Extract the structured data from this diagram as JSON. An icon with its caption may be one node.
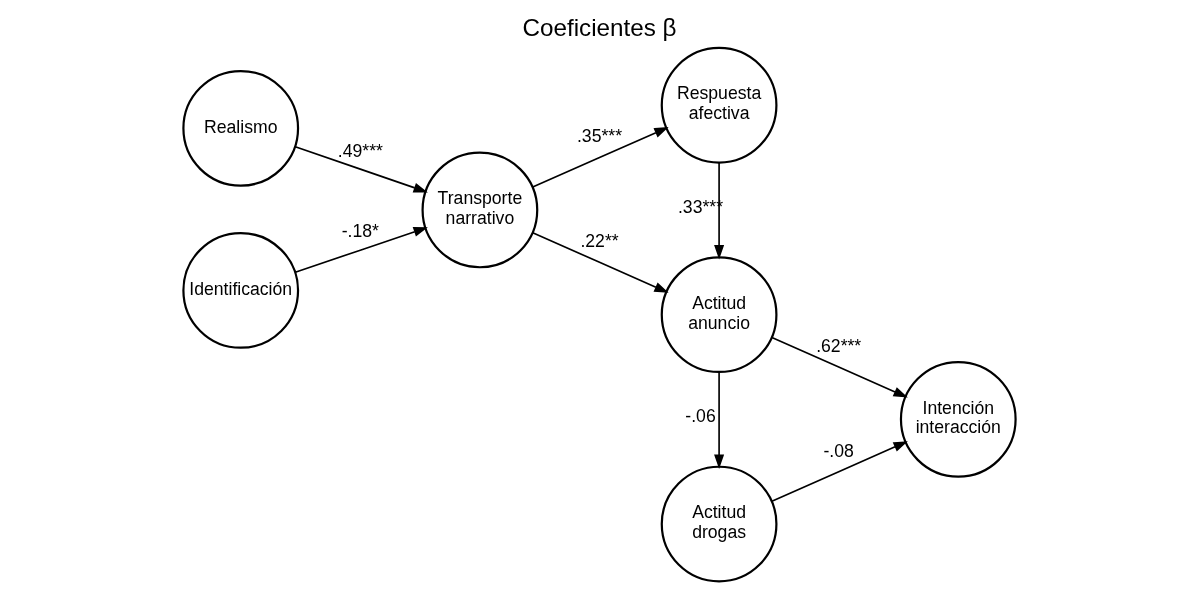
{
  "diagram": {
    "title": "Coeficientes β",
    "nodes": [
      {
        "text": [
          "Realismo"
        ]
      },
      {
        "text": [
          "Identificación"
        ]
      },
      {
        "text": [
          "Transporte narrativo"
        ]
      },
      {
        "text": [
          "Respuesta afectiva"
        ]
      },
      {
        "text": [
          "Actitud anuncio"
        ]
      },
      {
        "text": [
          "Actitud drogas"
        ]
      },
      {
        "text": [
          "Intención interacción"
        ]
      }
    ],
    "edges": [
      {
        "from": 0,
        "to": 2,
        "arrow": "to",
        "label": ".49***"
      },
      {
        "from": 1,
        "to": 2,
        "arrow": "to",
        "label": "-.18*"
      },
      {
        "from": 2,
        "to": 3,
        "arrow": "to",
        "label": ".35***"
      },
      {
        "from": 2,
        "to": 4,
        "arrow": "to",
        "label": ".22**"
      },
      {
        "from": 3,
        "to": 4,
        "arrow": "to",
        "label": ".33***"
      },
      {
        "from": 4,
        "to": 5,
        "arrow": "to",
        "label": "-.06"
      },
      {
        "from": 4,
        "to": 6,
        "arrow": "to",
        "label": ".62***"
      },
      {
        "from": 5,
        "to": 6,
        "arrow": "to",
        "label": "-.08"
      }
    ]
  }
}
